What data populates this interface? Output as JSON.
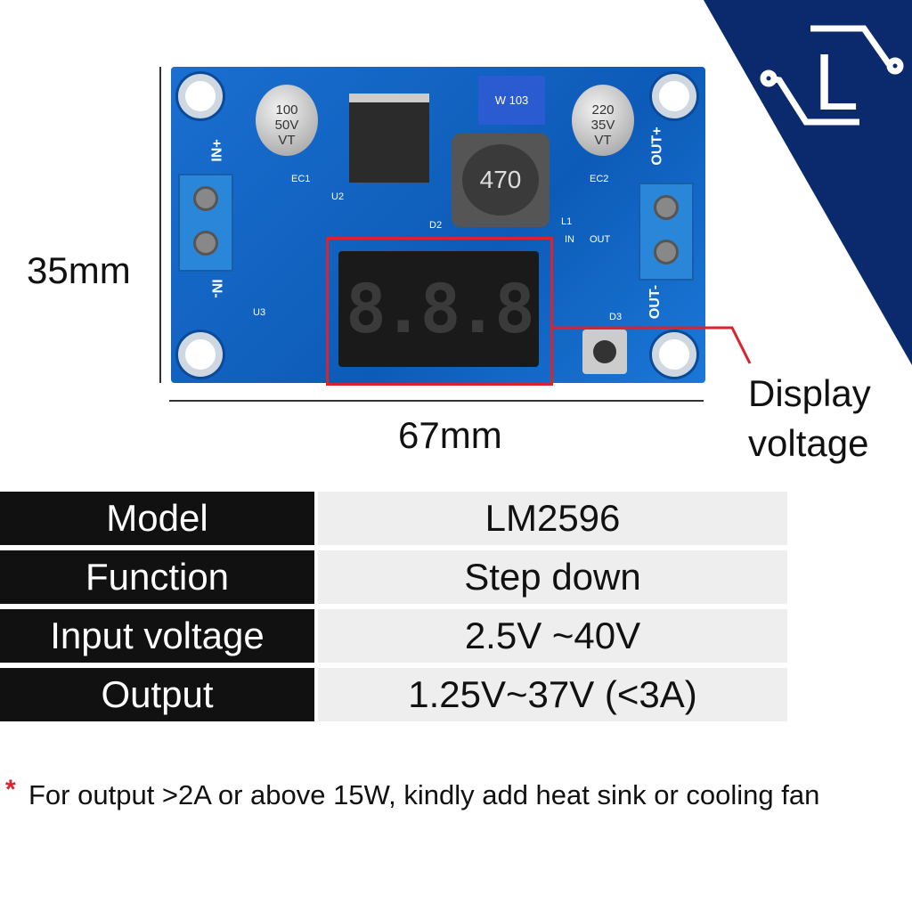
{
  "dimensions": {
    "height": "35mm",
    "width": "67mm"
  },
  "callout": {
    "line1": "Display",
    "line2": "voltage"
  },
  "board": {
    "cap1": [
      "100",
      "50V",
      "VT"
    ],
    "cap2": [
      "220",
      "35V",
      "VT"
    ],
    "pot": "W 103",
    "inductor": "470",
    "display": "8.8.8",
    "labels": {
      "in_plus": "IN+",
      "in_minus": "IN-",
      "out_plus": "OUT+",
      "out_minus": "OUT-",
      "ec1": "EC1",
      "ec2": "EC2",
      "u2": "U2",
      "u3": "U3",
      "l1": "L1",
      "d2": "D2",
      "d3": "D3",
      "in": "IN",
      "out": "OUT"
    }
  },
  "specs": [
    {
      "label": "Model",
      "value": "LM2596"
    },
    {
      "label": "Function",
      "value": "Step down"
    },
    {
      "label": "Input voltage",
      "value": "2.5V ~40V"
    },
    {
      "label": "Output",
      "value": "1.25V~37V (<3A)"
    }
  ],
  "note": {
    "marker": "*",
    "text": "For output >2A or above 15W, kindly add heat sink or cooling fan"
  },
  "logo": {
    "letter": "L",
    "background": "#0b2a6e"
  },
  "colors": {
    "accent": "#d9232e",
    "board": "#1a6fd0"
  }
}
